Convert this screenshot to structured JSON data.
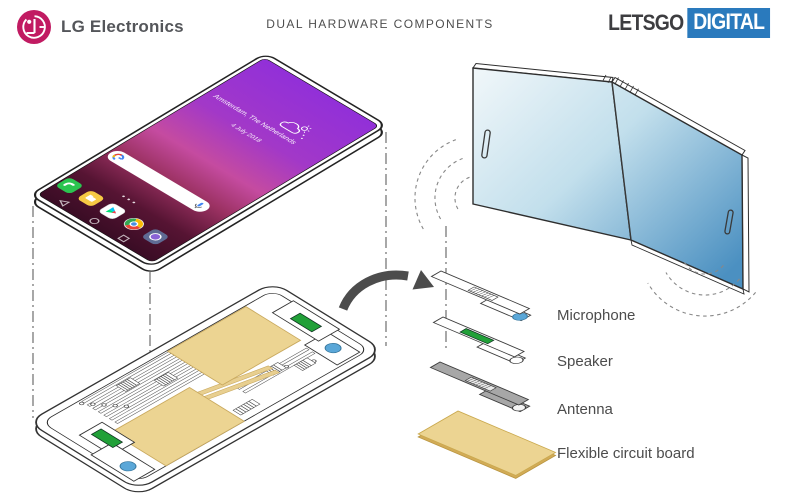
{
  "header": {
    "lg_logo": {
      "label": "LG Electronics"
    },
    "title": "DUAL HARDWARE COMPONENTS",
    "letsgo": {
      "part1": "LETSGO",
      "part2": "DIGITAL"
    }
  },
  "phone_screen": {
    "location": "Amsterdam, The Netherlands",
    "date": "4 July 2018"
  },
  "labels": {
    "microphone": "Microphone",
    "speaker": "Speaker",
    "antenna": "Antenna",
    "fcb": "Flexible circuit board"
  },
  "colors": {
    "lg_red": "#c11b62",
    "letsgo_blue": "#2a7abd",
    "screen_purple_top": "#9230d8",
    "screen_maroon_bottom": "#390c24",
    "fold_blue": "#4b90c1",
    "board_tan": "#ecd492",
    "chip_green": "#21a038",
    "mic_blue": "#5aa7d8",
    "arrow_gray": "#4c4c4c"
  }
}
